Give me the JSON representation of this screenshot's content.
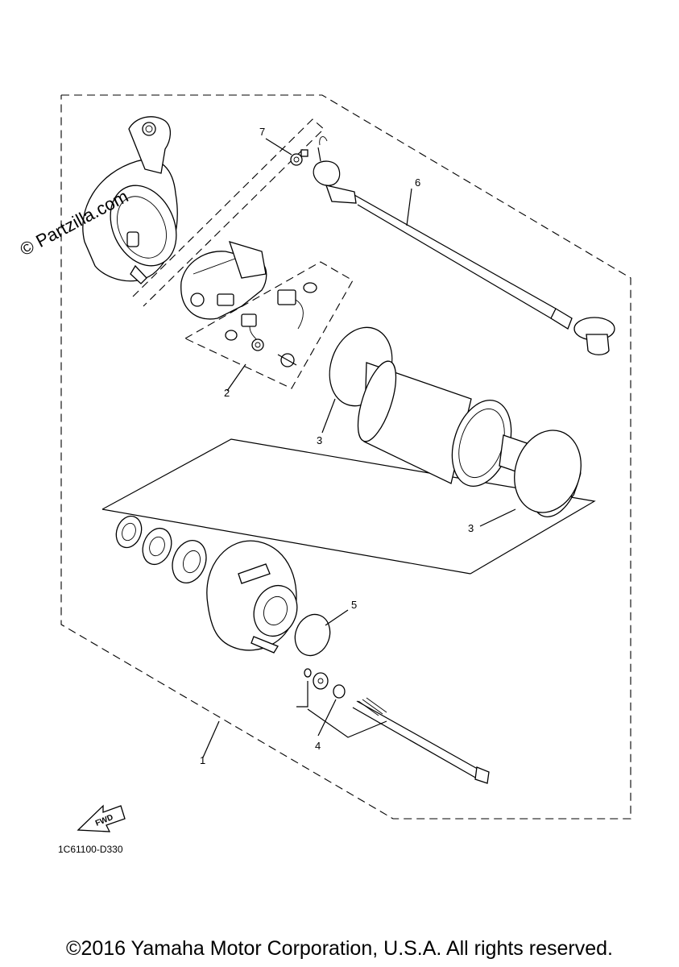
{
  "callouts": {
    "c1": "1",
    "c2": "2",
    "c3a": "3",
    "c3b": "3",
    "c4": "4",
    "c5": "5",
    "c6": "6",
    "c7": "7"
  },
  "watermark": "© Partzilla.com",
  "fwd_label": "FWD",
  "diagram_code": "1C61100-D330",
  "copyright": "©2016 Yamaha Motor Corporation, U.S.A. All rights reserved.",
  "icons": {
    "fwd_arrow": "fwd-arrow-icon"
  }
}
